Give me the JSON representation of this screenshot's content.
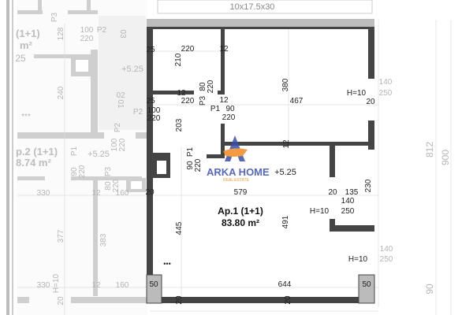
{
  "plan": {
    "title": "Ap.1 (1+1)",
    "area": "83.80 m²",
    "level": "+5.25",
    "header_text": "10x17.5x30",
    "main_labels": [
      "25",
      "220",
      "210",
      "12",
      "380",
      "467",
      "H=10",
      "20",
      "25",
      "220",
      "P3",
      "80",
      "220",
      "12",
      "P1",
      "90",
      "220",
      "100",
      "220",
      "203",
      "P1",
      "90",
      "220",
      "579",
      "20",
      "20",
      "135",
      "230",
      "140",
      "250",
      "H=10",
      "445",
      "491",
      "H=10",
      "50",
      "50",
      "644",
      "20",
      "20",
      "12",
      "12"
    ],
    "grey_labels": [
      "140",
      "250",
      "140",
      "250",
      "812",
      "900",
      "90"
    ],
    "neighbor_labels": [
      "(1+1)",
      "m²",
      "25",
      "128",
      "100",
      "220",
      "P2",
      "03",
      "+5.25",
      "240",
      "02",
      "01",
      "P2",
      "P2",
      "100",
      "220",
      "p.2 (1+1)",
      "8.74 m²",
      "+5.25",
      "330",
      "12",
      "160",
      "377",
      "383",
      "330",
      "12",
      "160",
      "H=10",
      "20",
      "P3",
      "P1",
      "90",
      "220",
      "P3",
      "80",
      "220",
      "***"
    ]
  },
  "logo": {
    "name": "ARKA HOME",
    "tagline": "REAL ESTATE",
    "colors": {
      "blue": "#3b4fa8",
      "orange": "#f08a24"
    }
  },
  "colors": {
    "wall": "#444444",
    "ghost_wall": "#cfcfcf",
    "text": "#222222"
  }
}
